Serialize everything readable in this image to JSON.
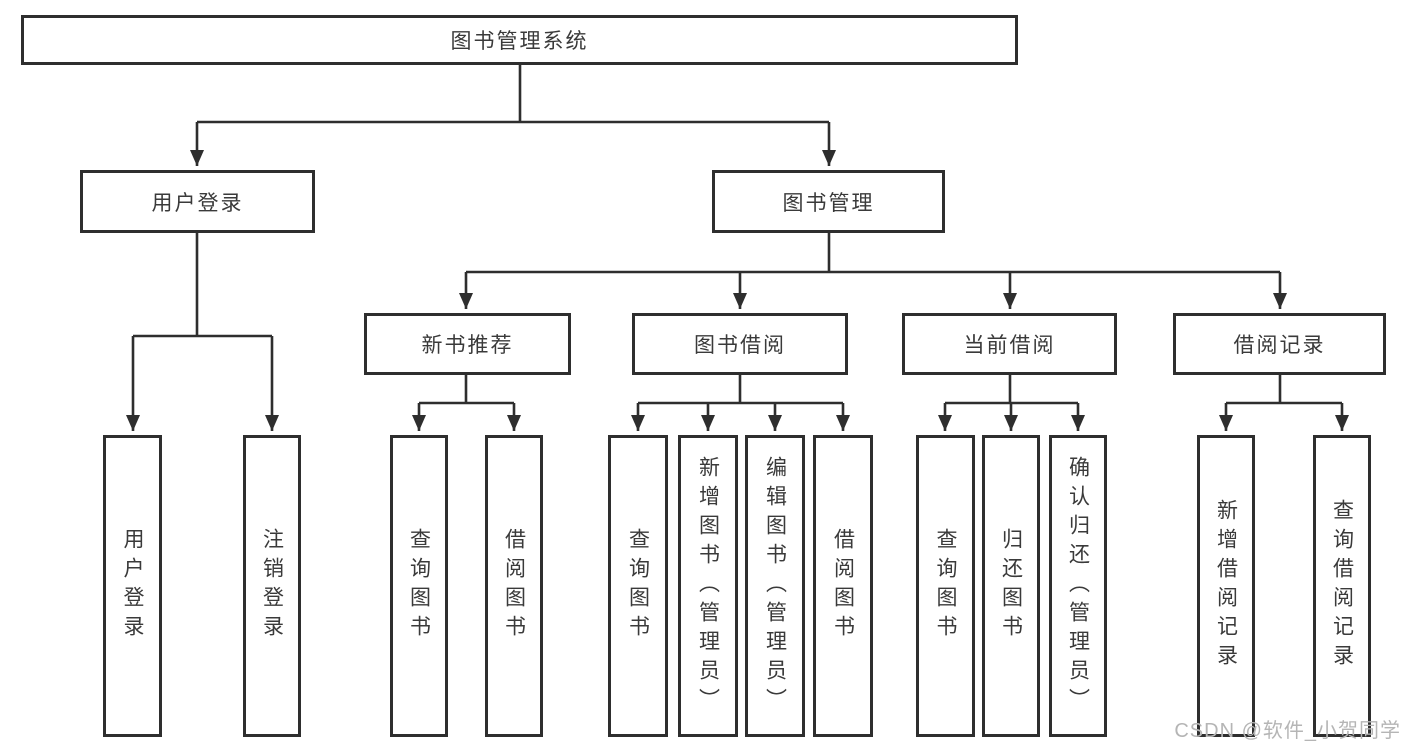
{
  "tree": {
    "root": "图书管理系统",
    "children": [
      {
        "label": "用户登录",
        "children": [
          "用户登录",
          "注销登录"
        ]
      },
      {
        "label": "图书管理",
        "children": [
          {
            "label": "新书推荐",
            "children": [
              "查询图书",
              "借阅图书"
            ]
          },
          {
            "label": "图书借阅",
            "children": [
              "查询图书",
              "新增图书（管理员）",
              "编辑图书（管理员）",
              "借阅图书"
            ]
          },
          {
            "label": "当前借阅",
            "children": [
              "查询图书",
              "归还图书",
              "确认归还（管理员）"
            ]
          },
          {
            "label": "借阅记录",
            "children": [
              "新增借阅记录",
              "查询借阅记录"
            ]
          }
        ]
      }
    ]
  },
  "watermark": "CSDN @软件_小贺同学",
  "colors": {
    "line": "#2e2e2e",
    "fill": "#ffffff",
    "text": "#3a3a3a",
    "watermark": "#b5b5b5"
  }
}
